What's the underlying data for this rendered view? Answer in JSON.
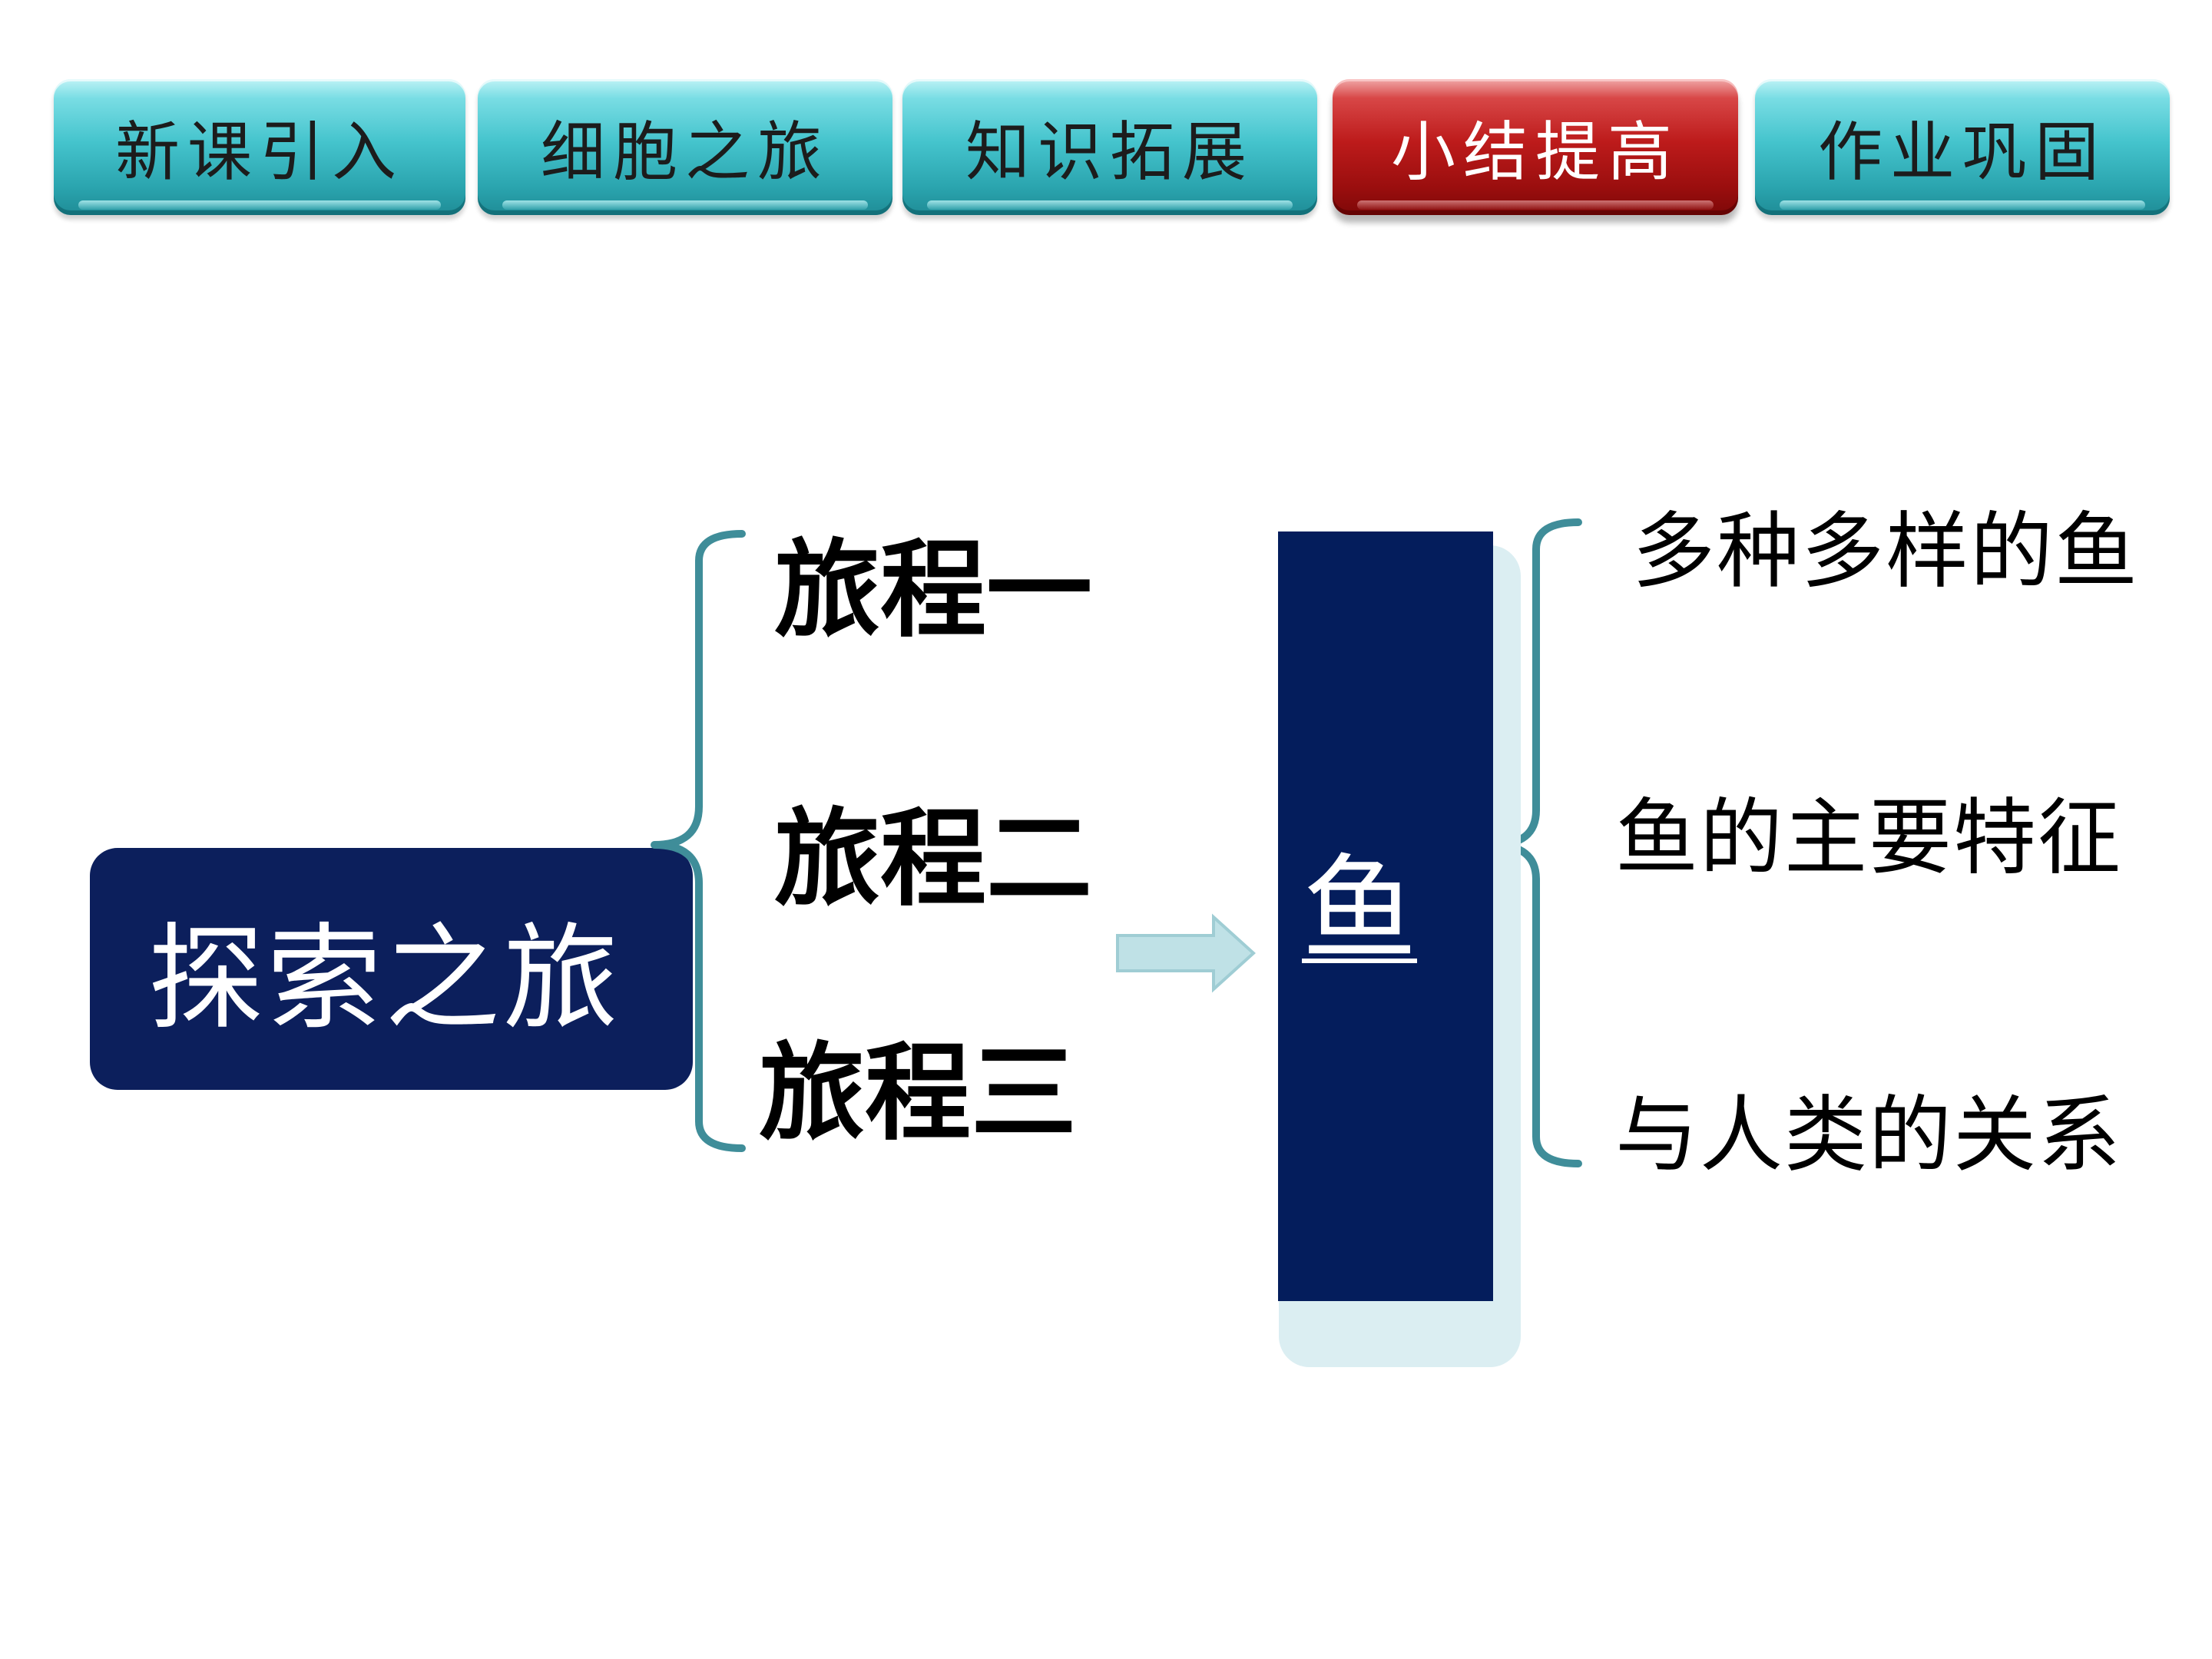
{
  "nav": {
    "tabs": [
      {
        "label": "新课引入"
      },
      {
        "label": "细胞之旅"
      },
      {
        "label": "知识拓展"
      },
      {
        "label": "小结提高",
        "active": true
      },
      {
        "label": "作业巩固"
      }
    ],
    "active_index": 3,
    "colors": {
      "tab": "#2fb1bb",
      "active_tab": "#b31616"
    }
  },
  "diagram": {
    "root": {
      "label": "探索之旅"
    },
    "journeys": [
      {
        "label": "旅程一"
      },
      {
        "label": "旅程二"
      },
      {
        "label": "旅程三"
      }
    ],
    "target": {
      "label": "鱼"
    },
    "features": [
      {
        "label": "多种多样的鱼"
      },
      {
        "label": "鱼的主要特征"
      },
      {
        "label": "与人类的关系"
      }
    ],
    "colors": {
      "box": "#0c1f5c",
      "bracket": "#3f8d99",
      "arrow": "#bfe1e6",
      "shadow": "#dbeef2"
    }
  }
}
